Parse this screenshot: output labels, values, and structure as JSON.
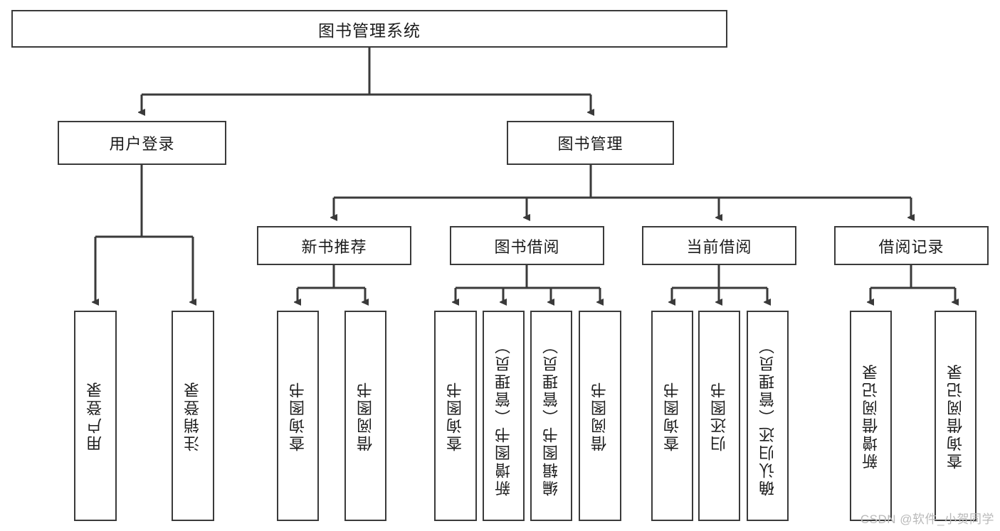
{
  "diagram": {
    "title_node": {
      "label": "图书管理系统"
    },
    "level1": [
      {
        "label": "用户登录"
      },
      {
        "label": "图书管理"
      }
    ],
    "level2": [
      {
        "label": "新书推荐"
      },
      {
        "label": "图书借阅"
      },
      {
        "label": "当前借阅"
      },
      {
        "label": "借阅记录"
      }
    ],
    "leaves": {
      "user_login": [
        {
          "label": "用户登录"
        },
        {
          "label": "注销登录"
        }
      ],
      "new_book_recommend": [
        {
          "label": "查询图书"
        },
        {
          "label": "借阅图书"
        }
      ],
      "book_borrow": [
        {
          "label": "查询图书"
        },
        {
          "label": "新增图书（管理员）"
        },
        {
          "label": "编辑图书（管理员）"
        },
        {
          "label": "借阅图书"
        }
      ],
      "current_borrow": [
        {
          "label": "查询图书"
        },
        {
          "label": "归还图书"
        },
        {
          "label": "确认归还（管理员）"
        }
      ],
      "borrow_record": [
        {
          "label": "新增借阅记录"
        },
        {
          "label": "查询借阅记录"
        }
      ]
    }
  },
  "watermark": {
    "text": "CSDN @软件_小贺同学"
  },
  "colors": {
    "stroke": "#3a3a3a",
    "text": "#1c1c1c",
    "background": "#ffffff",
    "watermark": "#b9b9b9"
  }
}
